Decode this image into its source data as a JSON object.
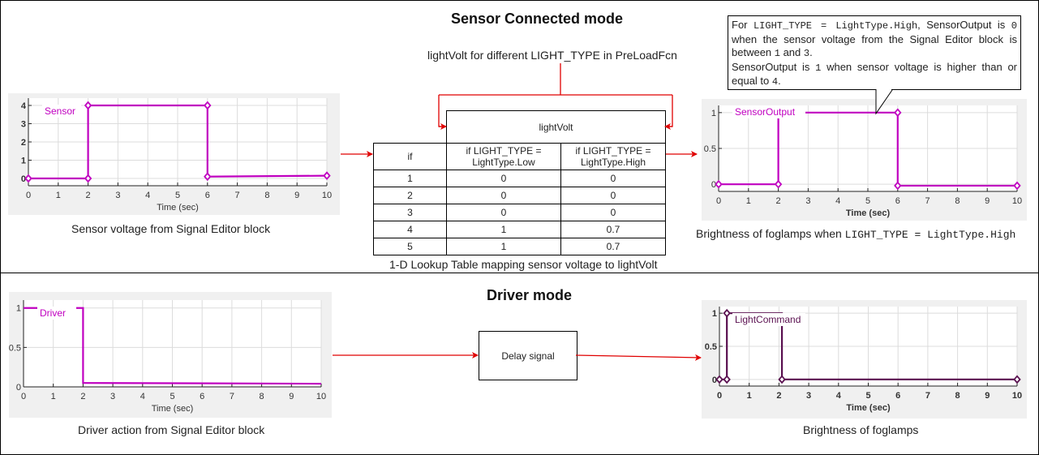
{
  "sections": {
    "sensor_title": "Sensor Connected mode",
    "driver_title": "Driver mode"
  },
  "annotations": {
    "preload_label": "lightVolt for different LIGHT_TYPE in PreLoadFcn",
    "callout": {
      "line1_prefix": "For ",
      "line1_code": "LIGHT_TYPE = LightType.High",
      "line1_mid": ", SensorOutput is ",
      "line1_val": "0",
      "line2": " when the sensor voltage from the Signal Editor block is between ",
      "line2_a": "1",
      "line2_and": " and ",
      "line2_b": "3",
      "line2_end": ".",
      "line3": "SensorOutput is ",
      "line3_val": "1",
      "line3_mid": " when sensor voltage is higher than or equal to ",
      "line3_b": "4",
      "line3_end": "."
    }
  },
  "lookup_table": {
    "title": "lightVolt",
    "columns": [
      "if",
      "if LIGHT_TYPE = LightType.Low",
      "if LIGHT_TYPE = LightType.High"
    ],
    "rows": [
      [
        "1",
        "0",
        "0"
      ],
      [
        "2",
        "0",
        "0"
      ],
      [
        "3",
        "0",
        "0"
      ],
      [
        "4",
        "1",
        "0.7"
      ],
      [
        "5",
        "1",
        "0.7"
      ]
    ],
    "caption": "1-D Lookup Table mapping sensor voltage to lightVolt"
  },
  "delay_block": {
    "label": "Delay signal"
  },
  "captions": {
    "sensor_plot": "Sensor voltage from Signal Editor block",
    "sensor_output_plot_prefix": "Brightness of foglamps when ",
    "sensor_output_plot_code": "LIGHT_TYPE = LightType.High",
    "driver_plot": "Driver action from Signal Editor block",
    "light_command_plot": "Brightness of foglamps"
  },
  "colors": {
    "signal_magenta": "#c000c0",
    "signal_dark_purple": "#5a1050",
    "arrow_red": "#e00000"
  },
  "chart_data": [
    {
      "id": "sensor",
      "type": "line",
      "title": "",
      "legend_label": "Sensor",
      "xlabel": "Time (sec)",
      "ylabel": "",
      "xlim": [
        0,
        10
      ],
      "ylim": [
        -0.4,
        4.4
      ],
      "xticks": [
        "0",
        "1",
        "2",
        "3",
        "4",
        "5",
        "6",
        "7",
        "8",
        "9",
        "10"
      ],
      "yticks": [
        "0",
        "1",
        "2",
        "3",
        "4"
      ],
      "ytick_values": [
        0,
        1,
        2,
        3,
        4
      ],
      "bold_ticks": false,
      "color": "#c000c0",
      "x": [
        0,
        2,
        2,
        6,
        6,
        10
      ],
      "y": [
        0,
        0,
        4,
        4,
        0.1,
        0.15
      ],
      "markers": [
        [
          0,
          0
        ],
        [
          2,
          0
        ],
        [
          2,
          4
        ],
        [
          6,
          4
        ],
        [
          6,
          0.1
        ],
        [
          10,
          0.15
        ]
      ]
    },
    {
      "id": "sensor_output",
      "type": "line",
      "title": "",
      "legend_label": "SensorOutput",
      "xlabel": "Time (sec)",
      "ylabel": "",
      "xlim": [
        0,
        10
      ],
      "ylim": [
        -0.1,
        1.1
      ],
      "xticks": [
        "0",
        "1",
        "2",
        "3",
        "4",
        "5",
        "6",
        "7",
        "8",
        "9",
        "10"
      ],
      "yticks": [
        "0",
        "0.5",
        "1"
      ],
      "ytick_values": [
        0,
        0.5,
        1
      ],
      "bold_ticks": false,
      "bold_xlabel": true,
      "color": "#c000c0",
      "x": [
        0,
        2,
        2,
        6,
        6,
        10
      ],
      "y": [
        0,
        0,
        1,
        1,
        -0.02,
        -0.02
      ],
      "markers": [
        [
          0,
          0
        ],
        [
          2,
          0
        ],
        [
          6,
          1
        ],
        [
          6,
          -0.02
        ],
        [
          10,
          -0.02
        ]
      ]
    },
    {
      "id": "driver",
      "type": "line",
      "title": "",
      "legend_label": "Driver",
      "xlabel": "Time (sec)",
      "ylabel": "",
      "xlim": [
        0,
        10
      ],
      "ylim": [
        0,
        1.1
      ],
      "xticks": [
        "0",
        "1",
        "2",
        "3",
        "4",
        "5",
        "6",
        "7",
        "8",
        "9",
        "10"
      ],
      "yticks": [
        "0",
        "0.5",
        "1"
      ],
      "ytick_values": [
        0,
        0.5,
        1
      ],
      "bold_ticks": false,
      "color": "#c000c0",
      "x": [
        0,
        2,
        2,
        10
      ],
      "y": [
        1,
        1,
        0.05,
        0.04
      ],
      "markers": []
    },
    {
      "id": "light_command",
      "type": "line",
      "title": "",
      "legend_label": "LightCommand",
      "xlabel": "Time (sec)",
      "ylabel": "",
      "xlim": [
        0,
        10
      ],
      "ylim": [
        -0.1,
        1.1
      ],
      "xticks": [
        "0",
        "1",
        "2",
        "3",
        "4",
        "5",
        "6",
        "7",
        "8",
        "9",
        "10"
      ],
      "yticks": [
        "0",
        "0.5",
        "1"
      ],
      "ytick_values": [
        0,
        0.5,
        1
      ],
      "bold_ticks": true,
      "bold_xlabel": true,
      "color": "#5a1050",
      "x": [
        0,
        0.25,
        0.25,
        2.1,
        2.1,
        10
      ],
      "y": [
        0,
        0,
        1,
        1,
        0,
        0
      ],
      "markers": [
        [
          0,
          0
        ],
        [
          0.25,
          0
        ],
        [
          0.25,
          1
        ],
        [
          2.1,
          0
        ],
        [
          10,
          0
        ]
      ]
    }
  ]
}
